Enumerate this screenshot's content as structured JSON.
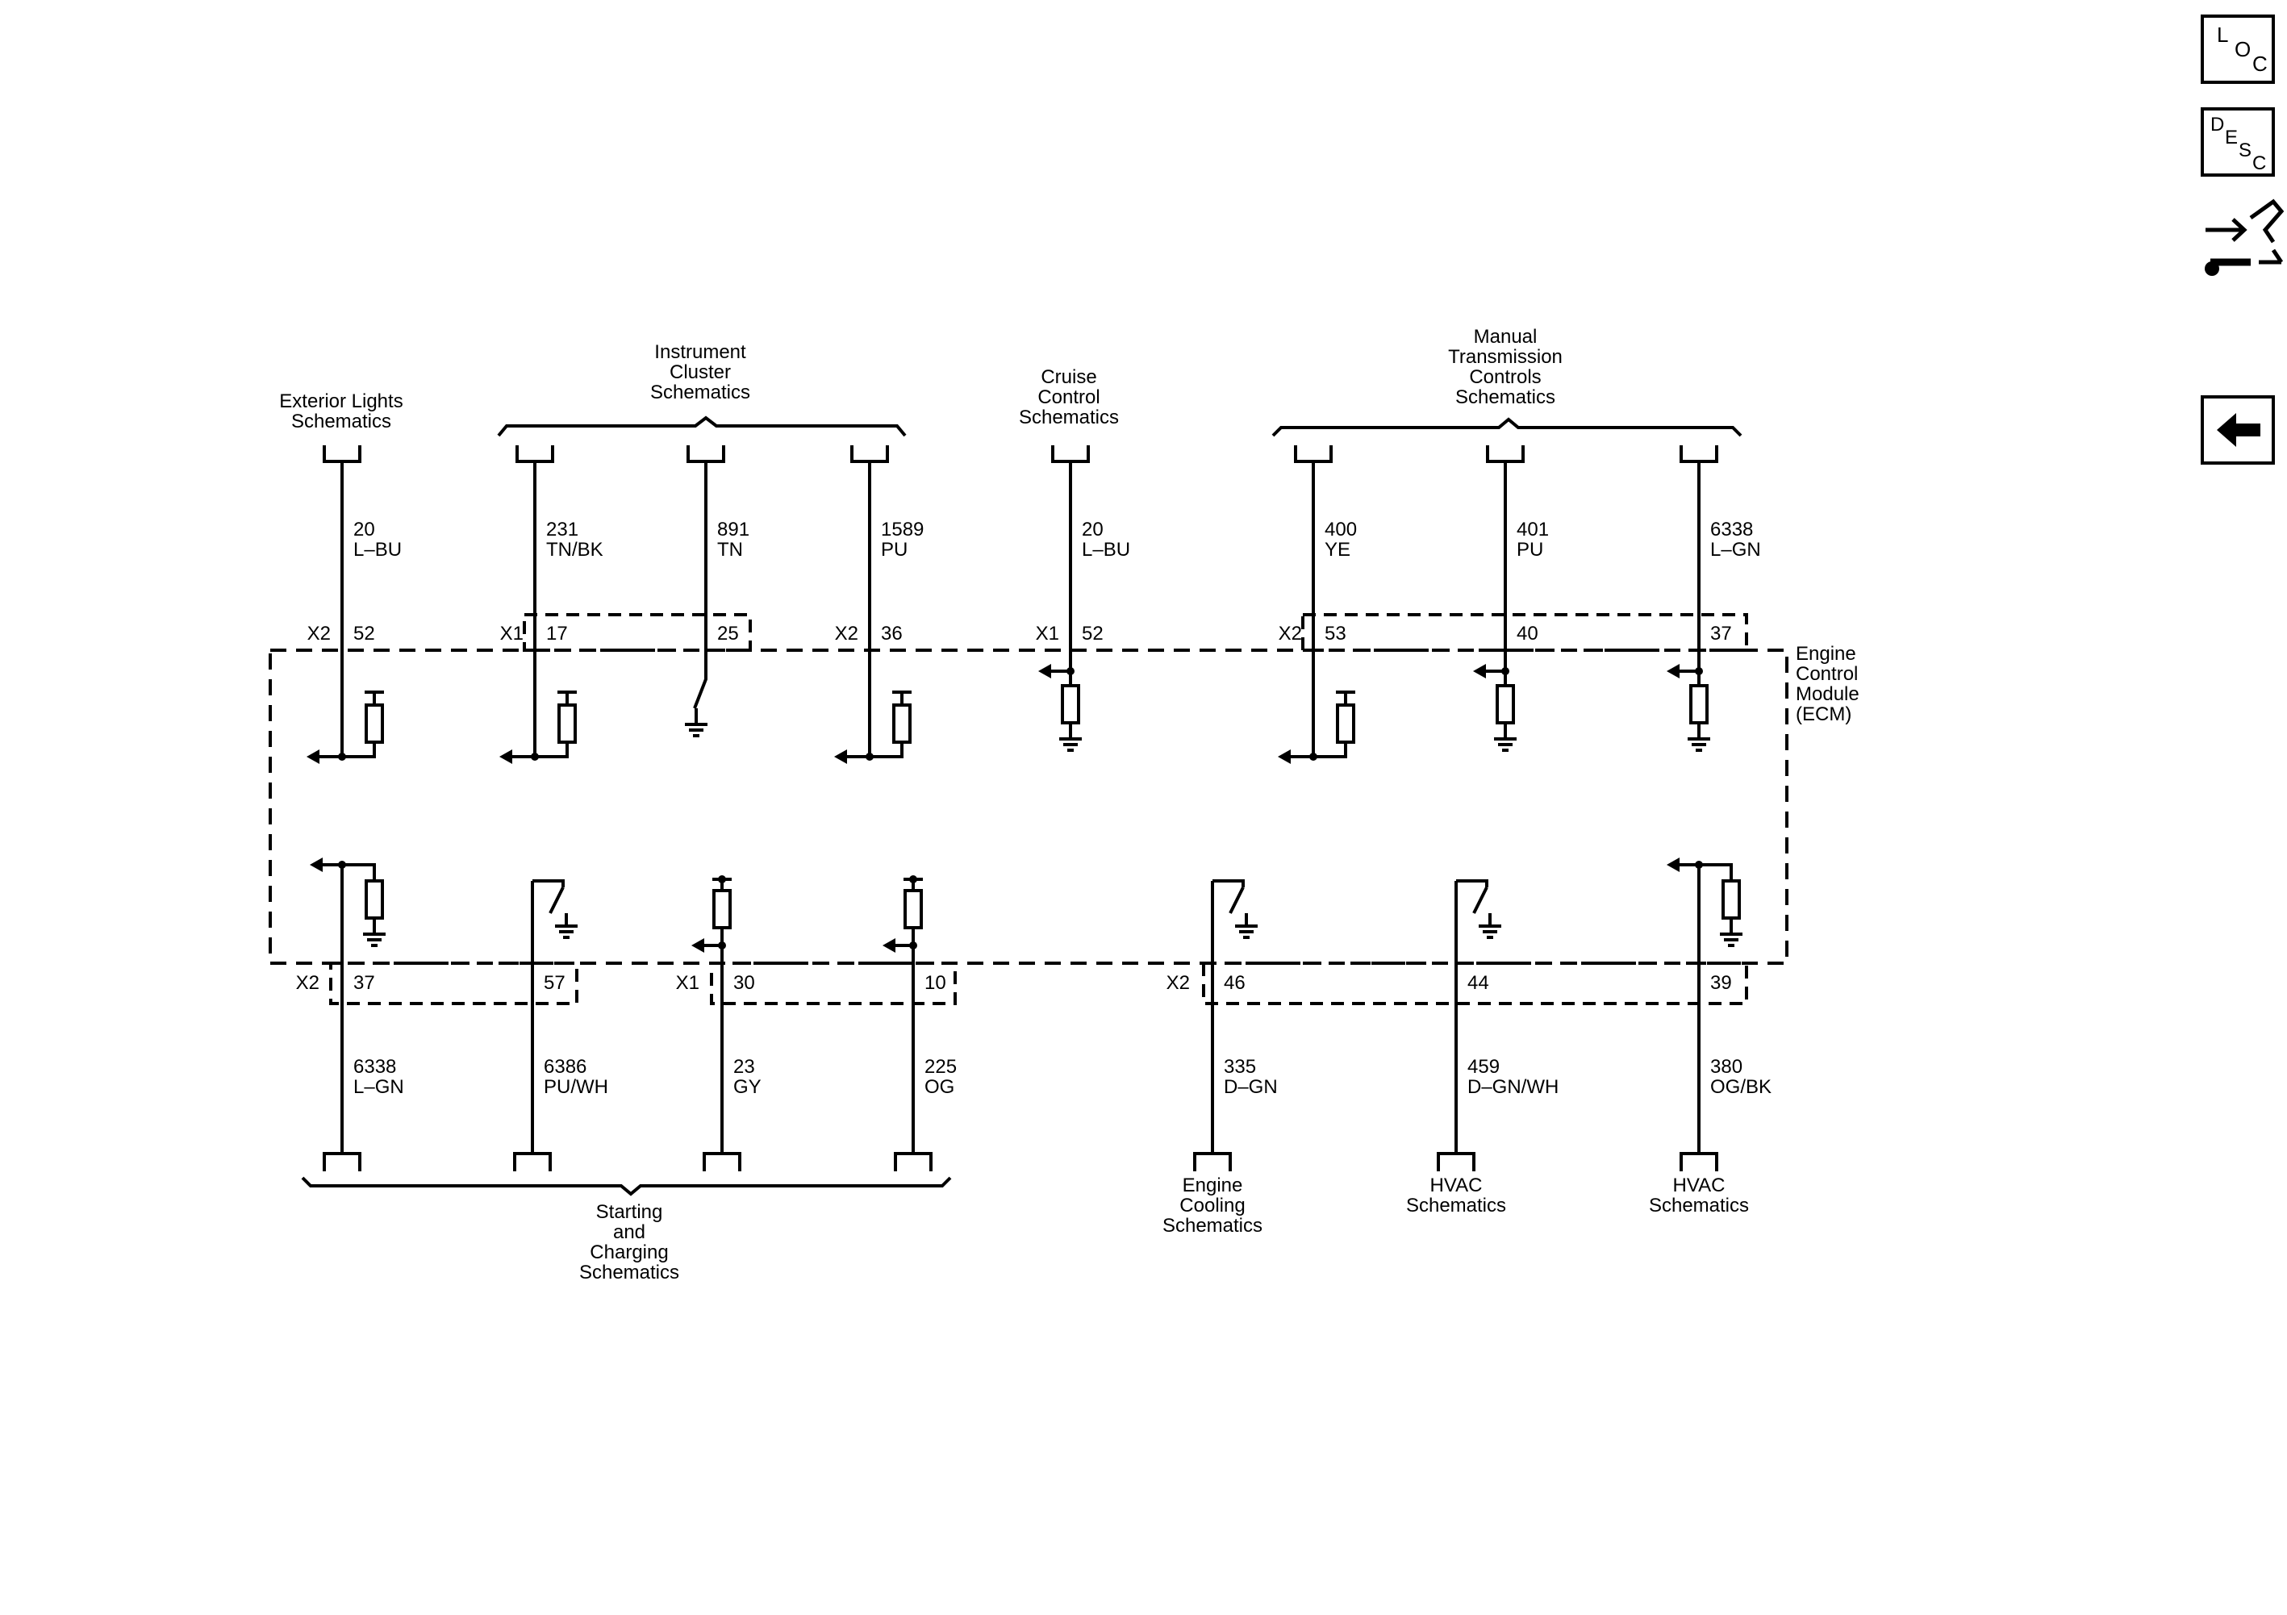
{
  "nav": {
    "loc": {
      "letters": [
        "L",
        "O",
        "C"
      ]
    },
    "desc": {
      "letters": [
        "D",
        "E",
        "S",
        "C"
      ]
    },
    "back_icon": "arrow-left-icon",
    "connector_icon": "connector-wrench-icon"
  },
  "module": {
    "lines": [
      "Engine",
      "Control",
      "Module",
      "(ECM)"
    ]
  },
  "top_groups": [
    {
      "lines": [
        "Exterior Lights",
        "Schematics"
      ]
    },
    {
      "lines": [
        "Instrument",
        "Cluster",
        "Schematics"
      ]
    },
    {
      "lines": [
        "Cruise",
        "Control",
        "Schematics"
      ]
    },
    {
      "lines": [
        "Manual",
        "Transmission",
        "Controls",
        "Schematics"
      ]
    }
  ],
  "bottom_groups": [
    {
      "lines": [
        "Starting",
        "and",
        "Charging",
        "Schematics"
      ]
    },
    {
      "lines": [
        "Engine",
        "Cooling",
        "Schematics"
      ]
    },
    {
      "lines": [
        "HVAC",
        "Schematics"
      ]
    },
    {
      "lines": [
        "HVAC",
        "Schematics"
      ]
    }
  ],
  "top_circuits": [
    {
      "circuit": "20",
      "color": "L–BU",
      "connector": "X2",
      "pin": "52"
    },
    {
      "circuit": "231",
      "color": "TN/BK",
      "connector": "X1",
      "pin": "17"
    },
    {
      "circuit": "891",
      "color": "TN",
      "connector": "",
      "pin": "25"
    },
    {
      "circuit": "1589",
      "color": "PU",
      "connector": "X2",
      "pin": "36"
    },
    {
      "circuit": "20",
      "color": "L–BU",
      "connector": "X1",
      "pin": "52"
    },
    {
      "circuit": "400",
      "color": "YE",
      "connector": "X2",
      "pin": "53"
    },
    {
      "circuit": "401",
      "color": "PU",
      "connector": "",
      "pin": "40"
    },
    {
      "circuit": "6338",
      "color": "L–GN",
      "connector": "",
      "pin": "37"
    }
  ],
  "bottom_circuits": [
    {
      "circuit": "6338",
      "color": "L–GN",
      "connector": "X2",
      "pin": "37"
    },
    {
      "circuit": "6386",
      "color": "PU/WH",
      "connector": "",
      "pin": "57"
    },
    {
      "circuit": "23",
      "color": "GY",
      "connector": "X1",
      "pin": "30"
    },
    {
      "circuit": "225",
      "color": "OG",
      "connector": "",
      "pin": "10"
    },
    {
      "circuit": "335",
      "color": "D–GN",
      "connector": "X2",
      "pin": "46"
    },
    {
      "circuit": "459",
      "color": "D–GN/WH",
      "connector": "",
      "pin": "44"
    },
    {
      "circuit": "380",
      "color": "OG/BK",
      "connector": "",
      "pin": "39"
    }
  ]
}
